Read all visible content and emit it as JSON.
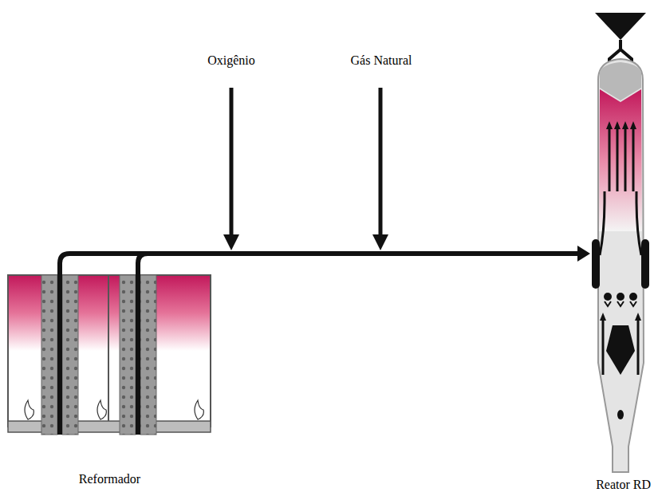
{
  "diagram": {
    "nodes": [
      {
        "text": [
          "Reformador"
        ]
      },
      {
        "text": [
          "Reator RD"
        ]
      }
    ],
    "edges": [
      {
        "from": 0,
        "to": 1,
        "arrow": "to"
      }
    ],
    "labels": [
      "Oxigênio",
      "Gás Natural"
    ]
  }
}
